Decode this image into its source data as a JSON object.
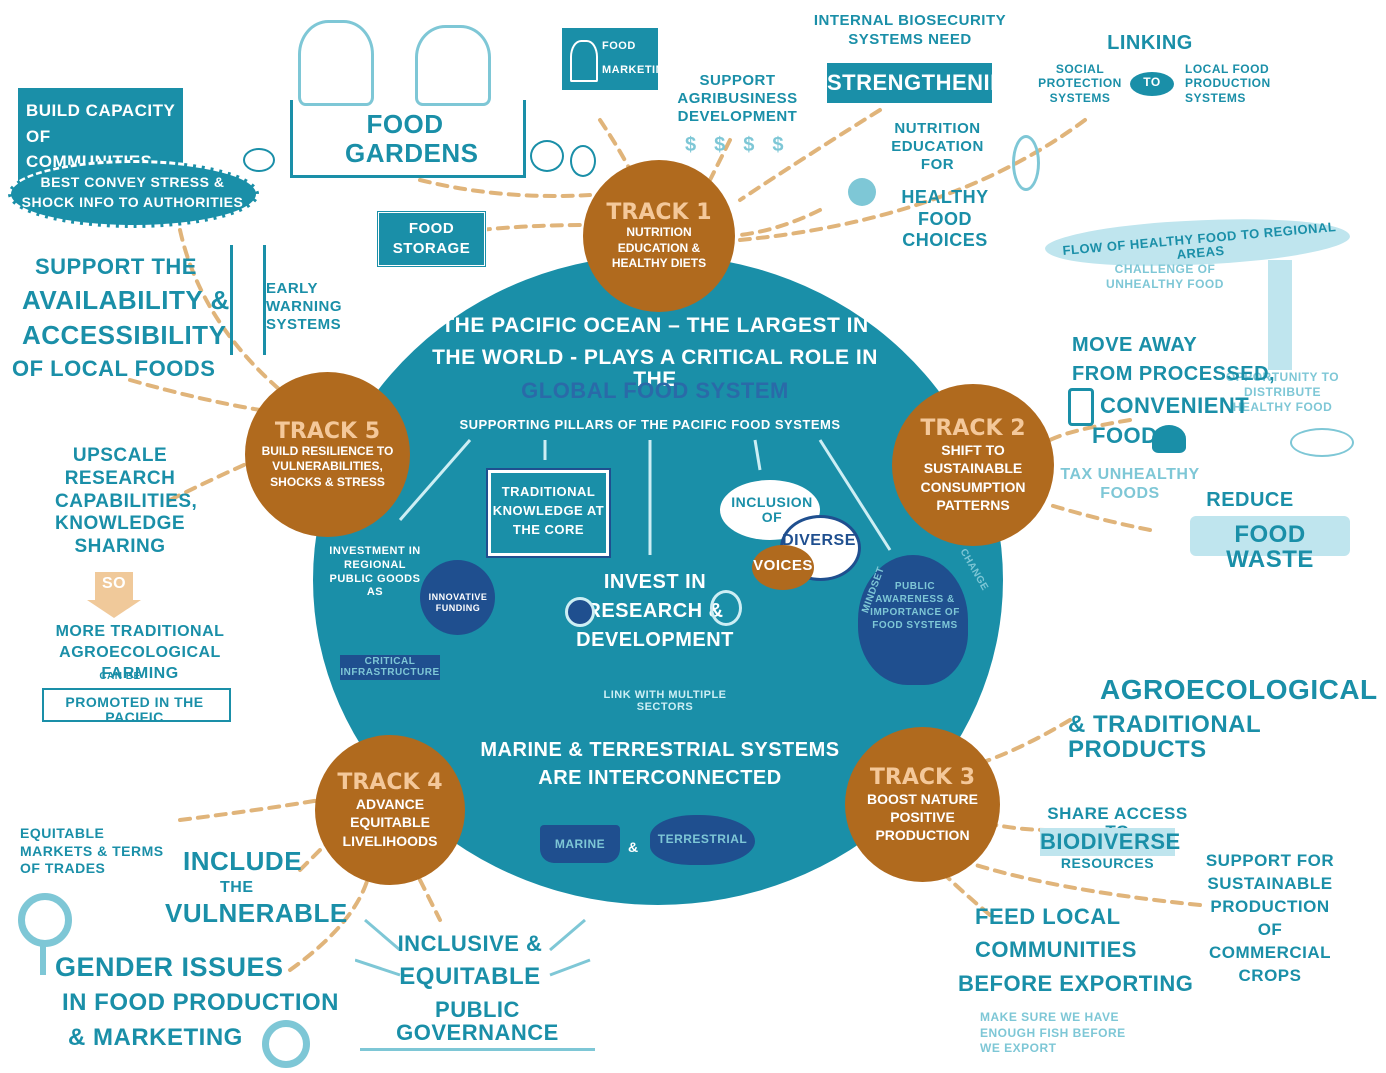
{
  "center": {
    "headline_1": "The Pacific Ocean – the largest in",
    "headline_2": "the World - plays a critical role in the",
    "headline_3": "Global Food System",
    "pillars": "Supporting pillars of the Pacific Food Systems",
    "traditional": "Traditional Knowledge at the Core",
    "invest_regional": "Investment in Regional Public Goods as",
    "critical_infra": "Critical Infrastructure",
    "innovative_funding": "Innovative Funding",
    "invest_rd": "Invest in Research & Development",
    "link_sectors": "Link with multiple sectors",
    "inclusion": "Inclusion of",
    "diverse": "Diverse",
    "voices": "Voices",
    "mindset": "Mindset",
    "change": "Change",
    "public_awareness": "Public awareness & importance of food systems",
    "marine_terrestrial_1": "Marine & Terrestrial Systems",
    "marine_terrestrial_2": "are Interconnected",
    "marine": "Marine",
    "terrestrial": "Terrestrial",
    "amp": "&"
  },
  "tracks": [
    {
      "title": "Track 1",
      "desc": "Nutrition Education & Healthy Diets"
    },
    {
      "title": "Track 2",
      "desc": "Shift to Sustainable Consumption Patterns"
    },
    {
      "title": "Track 3",
      "desc": "Boost Nature Positive Production"
    },
    {
      "title": "Track 4",
      "desc": "Advance Equitable Livelihoods"
    },
    {
      "title": "Track 5",
      "desc": "Build Resilience to Vulnerabilities, Shocks & Stress"
    }
  ],
  "outer": {
    "build_capacity": "Build capacity of Communities to",
    "best_convey": "Best convey stress & shock info to Authorities",
    "food_gardens": "Food Gardens",
    "food_marketing": "Food Marketing",
    "support_agri": "Support Agribusiness Development",
    "biosecurity_1": "Internal Biosecurity Systems Need",
    "strengthening": "Strengthening",
    "linking": "Linking",
    "social_protection": "Social Protection Systems",
    "to": "to",
    "local_food_prod": "Local Food Production Systems",
    "nutrition_edu": "Nutrition Education for",
    "healthy_choices": "Healthy Food Choices",
    "food_storage": "Food Storage",
    "early_warning": "Early Warning Systems",
    "support_avail_1": "Support the",
    "support_avail_2": "Availability &",
    "support_avail_3": "Accessibility",
    "support_avail_4": "of Local Foods",
    "flow_healthy": "Flow of Healthy Food to Regional Areas",
    "challenge": "Challenge of Unhealthy Food",
    "opportunity": "Opportunity to distribute Healthy Food",
    "move_away_1": "Move away",
    "move_away_2": "from Processed,",
    "move_away_3": "Convenient",
    "move_away_4": "Food",
    "tax_unhealthy": "Tax Unhealthy Foods",
    "reduce": "Reduce",
    "food_waste": "Food Waste",
    "upscale": "Upscale Research Capabilities, Knowledge Sharing",
    "so": "So",
    "more_traditional": "More Traditional Agroecological Farming",
    "can_be": "can be",
    "promoted": "Promoted in the Pacific",
    "agroecological_1": "Agroecological",
    "agroecological_2": "& Traditional Products",
    "share_access": "Share Access to",
    "biodiverse": "Biodiverse",
    "resources": "Resources",
    "support_commercial": "Support for Sustainable Production of Commercial Crops",
    "feed_local_1": "Feed Local",
    "feed_local_2": "Communities",
    "feed_local_3": "Before Exporting",
    "make_sure": "Make sure we have enough fish before we export",
    "equitable_markets": "Equitable Markets & Terms of Trades",
    "include_1": "Include",
    "include_2": "the",
    "include_3": "Vulnerable",
    "gender_1": "Gender Issues",
    "gender_2": "in Food Production",
    "gender_3": "& Marketing",
    "inclusive_1": "Inclusive &",
    "inclusive_2": "Equitable",
    "inclusive_3": "Public Governance"
  },
  "colors": {
    "teal": "#1a8fa8",
    "brown": "#b06a1e",
    "light": "#7ec7d6",
    "navy": "#1f4f8f",
    "dashed": "#e0b47a"
  }
}
